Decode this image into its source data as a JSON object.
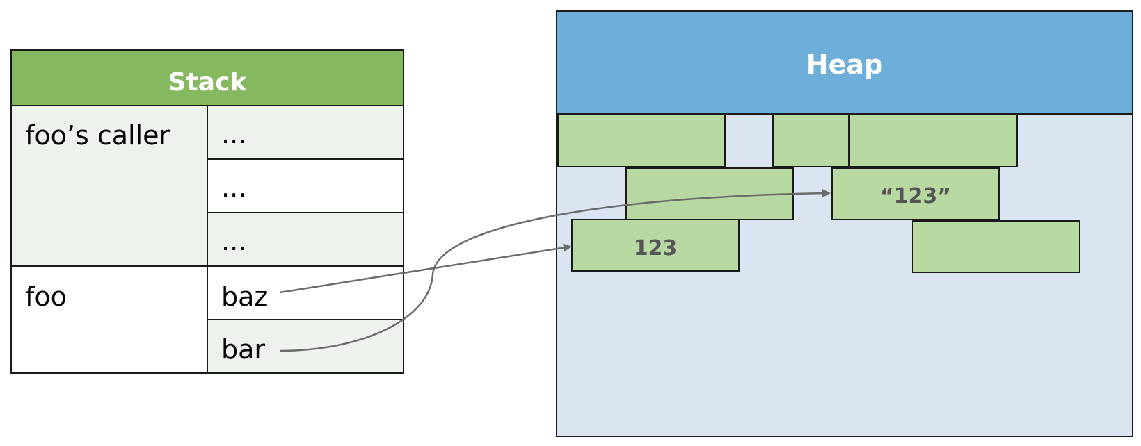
{
  "colors": {
    "stack_header": "#86b860",
    "stack_cell_tint": "#eef2ec",
    "heap_header": "#6eaedb",
    "heap_body": "#dbe5f1",
    "heap_block": "#b7d8a1",
    "arrow": "#6b6b6b",
    "border": "#1a1a1a"
  },
  "stack": {
    "title": "Stack",
    "frames": [
      {
        "name": "foo’s caller",
        "slots": [
          "...",
          "...",
          "..."
        ]
      },
      {
        "name": "foo",
        "slots": [
          "baz",
          "bar"
        ]
      }
    ]
  },
  "heap": {
    "title": "Heap",
    "blocks": [
      {
        "label": ""
      },
      {
        "label": ""
      },
      {
        "label": ""
      },
      {
        "label": ""
      },
      {
        "label": "“123”"
      },
      {
        "label": "123"
      },
      {
        "label": ""
      }
    ]
  },
  "pointers": [
    {
      "from": "baz",
      "to": "123"
    },
    {
      "from": "bar",
      "to": "“123”"
    }
  ]
}
